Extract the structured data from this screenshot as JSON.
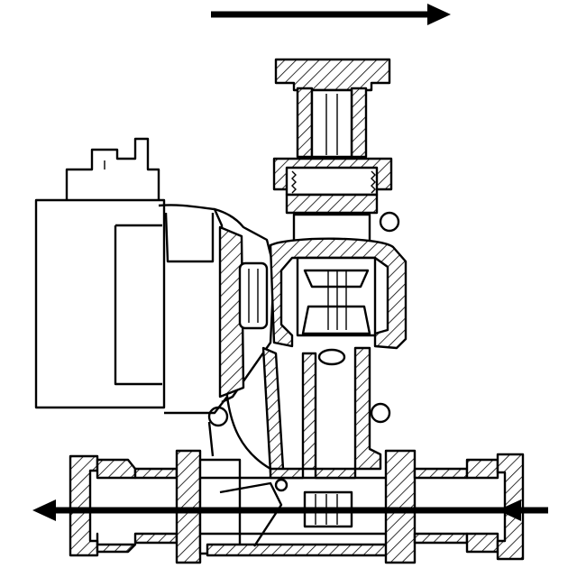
{
  "diagram": {
    "kind": "pump-cross-section-line-drawing",
    "colors": {
      "line": "#000000",
      "background": "#ffffff"
    },
    "arrows": [
      {
        "name": "top-flow-arrow",
        "direction": "right"
      },
      {
        "name": "bottom-flow-arrow",
        "direction": "left"
      }
    ]
  }
}
